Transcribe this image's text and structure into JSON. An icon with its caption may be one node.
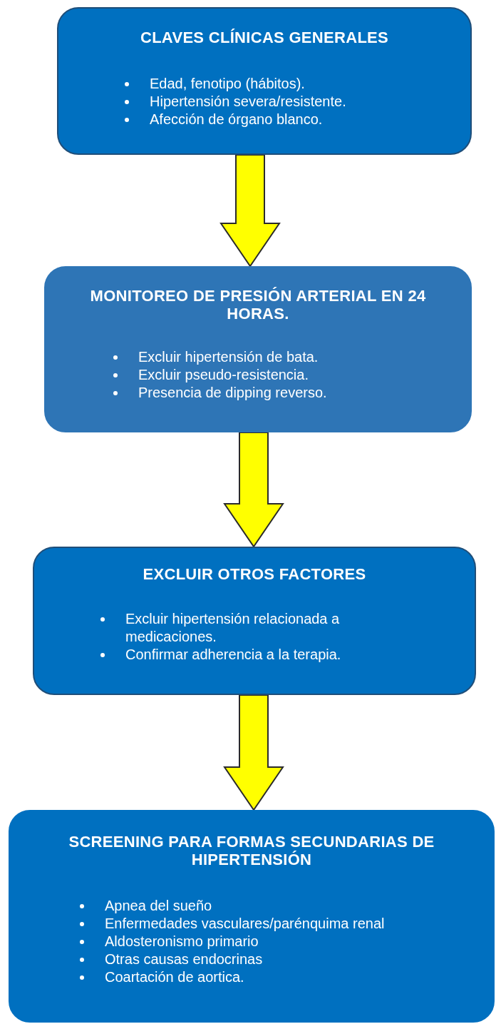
{
  "diagram": {
    "nodes": [
      {
        "text": [
          "CLAVES CLÍNICAS GENERALES",
          "Edad, fenotipo (hábitos).",
          "Hipertensión severa/resistente.",
          "Afección de órgano blanco."
        ]
      },
      {
        "text": [
          "MONITOREO DE PRESIÓN ARTERIAL EN 24 HORAS.",
          "Excluir hipertensión de bata.",
          "Excluir pseudo-resistencia.",
          "Presencia de dipping reverso."
        ]
      },
      {
        "text": [
          "EXCLUIR OTROS FACTORES",
          "Excluir hipertensión relacionada a medicaciones.",
          "Confirmar adherencia a la terapia."
        ]
      },
      {
        "text": [
          "SCREENING PARA FORMAS SECUNDARIAS DE HIPERTENSIÓN",
          "Apnea del sueño",
          "Enfermedades vasculares/parénquima renal",
          "Aldosteronismo primario",
          "Otras causas endocrinas",
          "Coartación de aortica."
        ]
      }
    ],
    "edges": [
      {
        "from": 0,
        "to": 1,
        "arrow": "to"
      },
      {
        "from": 1,
        "to": 2,
        "arrow": "to"
      },
      {
        "from": 2,
        "to": 3,
        "arrow": "to"
      }
    ]
  }
}
